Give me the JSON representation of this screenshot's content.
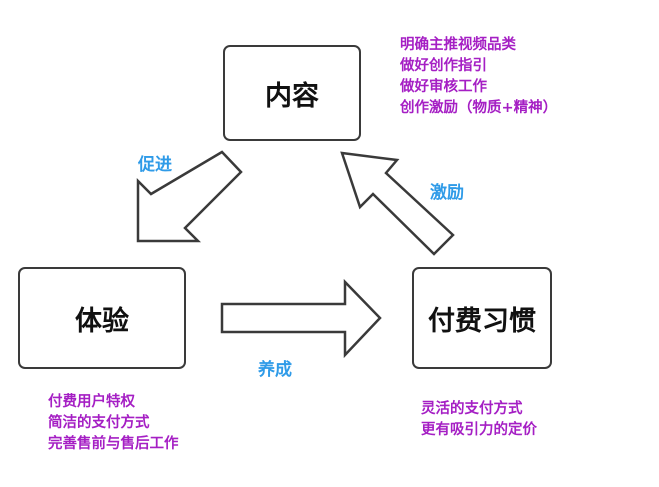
{
  "nodes": {
    "content": "内容",
    "experience": "体验",
    "payment_habit": "付费习惯"
  },
  "edges": {
    "promote": "促进",
    "incentive": "激励",
    "develop": "养成"
  },
  "notes": {
    "content": [
      "明确主推视频品类",
      "做好创作指引",
      "做好审核工作",
      "创作激励（物质+精神）"
    ],
    "experience": [
      "付费用户特权",
      "简洁的支付方式",
      "完善售前与售后工作"
    ],
    "payment_habit": [
      "灵活的支付方式",
      "更有吸引力的定价"
    ]
  },
  "colors": {
    "edge_label": "#2f9be8",
    "note_text": "#a51fc4",
    "box_border": "#3a3a3a"
  }
}
